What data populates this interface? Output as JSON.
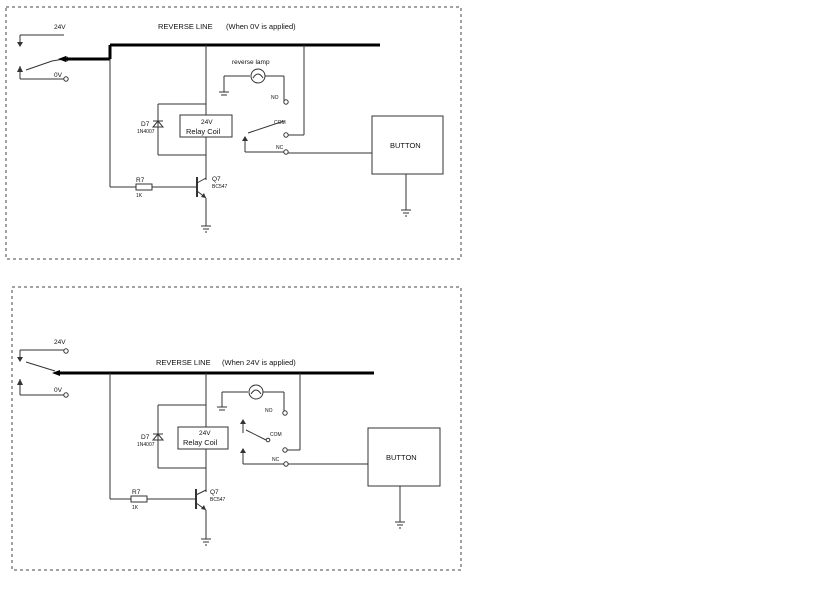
{
  "top": {
    "supply_24v": "24V",
    "supply_0v": "0V",
    "title": "REVERSE LINE",
    "condition": "(When 0V is applied)",
    "lamp_label": "reverse lamp",
    "no": "NO",
    "com": "COM",
    "nc": "NC",
    "coil_line1": "24V",
    "coil_line2": "Relay Coil",
    "diode": "D7",
    "diode_part": "1N4007",
    "transistor": "Q7",
    "transistor_part": "BC547",
    "resistor": "R7",
    "resistor_value": "1K",
    "button": "BUTTON"
  },
  "bottom": {
    "supply_24v": "24V",
    "supply_0v": "0V",
    "title": "REVERSE LINE",
    "condition": "(When 24V is applied)",
    "no": "NO",
    "com": "COM",
    "nc": "NC",
    "coil_line1": "24V",
    "coil_line2": "Relay Coil",
    "diode": "D7",
    "diode_part": "1N4007",
    "transistor": "Q7",
    "transistor_part": "BC547",
    "resistor": "R7",
    "resistor_value": "1K",
    "button": "BUTTON"
  }
}
